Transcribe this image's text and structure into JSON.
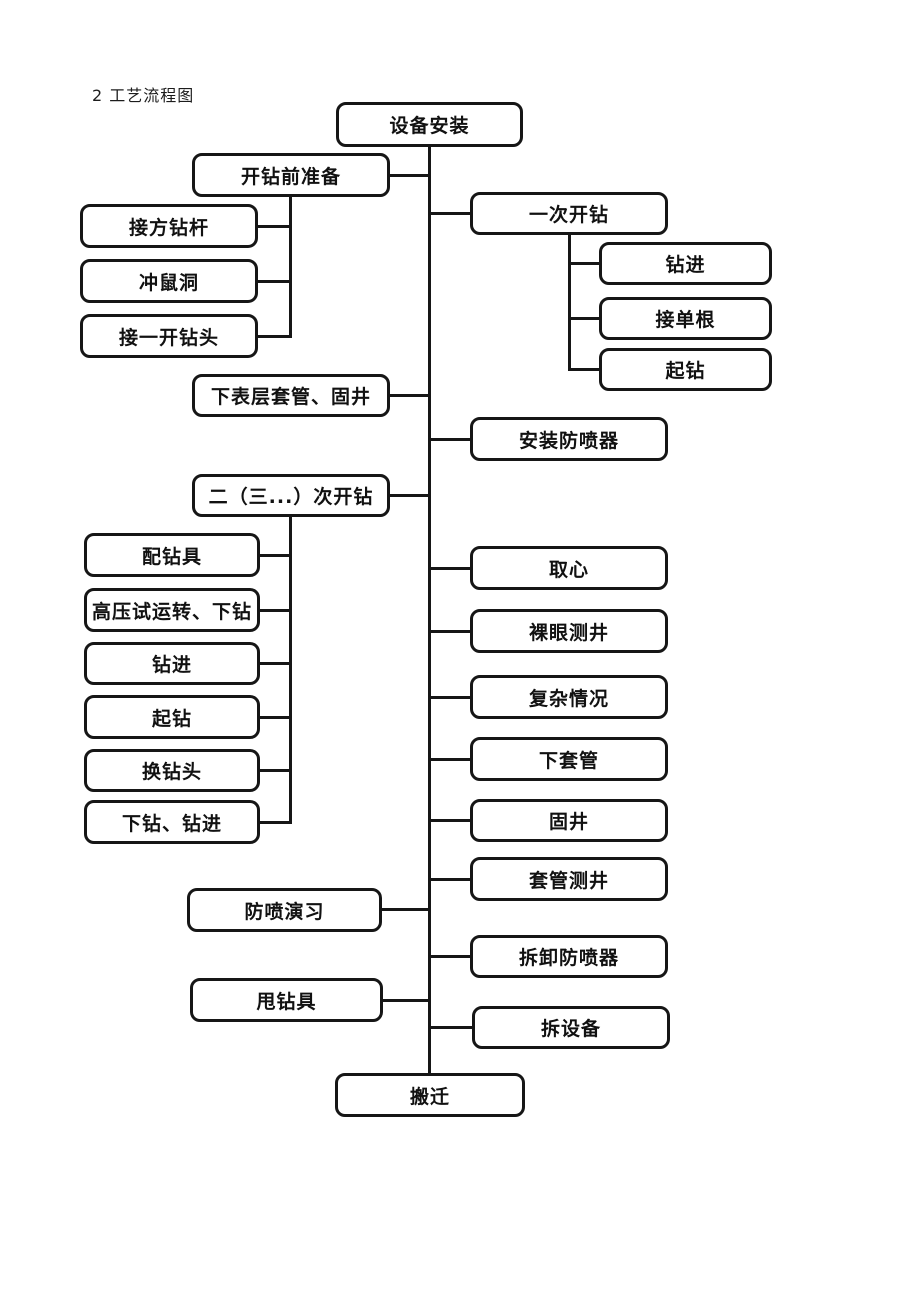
{
  "page": {
    "title": "2 工艺流程图",
    "background": "#ffffff"
  },
  "diagram": {
    "type": "flowchart",
    "line_color": "#161616",
    "box_border_color": "#161616",
    "box_fill": "#ffffff",
    "text_color": "#111111",
    "nodes": {
      "shebei_anzhuang": {
        "label": "设备安装"
      },
      "kaizuanqian_zhunbei": {
        "label": "开钻前准备"
      },
      "jie_fang_zuangan": {
        "label": "接方钻杆"
      },
      "chong_shudong": {
        "label": "冲鼠洞"
      },
      "jie_yikai_zuantou": {
        "label": "接一开钻头"
      },
      "yici_kaizuan": {
        "label": "一次开钻"
      },
      "zuanjin_1": {
        "label": "钻进"
      },
      "jie_dangen": {
        "label": "接单根"
      },
      "qizuan_1": {
        "label": "起钻"
      },
      "xia_biaoceng_taoguan_gujing": {
        "label": "下表层套管、固井"
      },
      "anzhuang_fangpenqi": {
        "label": "安装防喷器"
      },
      "er_san_ci_kaizuan": {
        "label": "二（三...）次开钻"
      },
      "pei_zuanju": {
        "label": "配钻具"
      },
      "gaoya_shiyunzhuan_xiazuan": {
        "label": "高压试运转、下钻"
      },
      "zuanjin_2": {
        "label": "钻进"
      },
      "qizuan_2": {
        "label": "起钻"
      },
      "huan_zuantou": {
        "label": "换钻头"
      },
      "xiazuan_zuanjin": {
        "label": "下钻、钻进"
      },
      "quxin": {
        "label": "取心"
      },
      "luoyan_cejing": {
        "label": "裸眼测井"
      },
      "fuza_qingkuang": {
        "label": "复杂情况"
      },
      "xia_taoguan": {
        "label": "下套管"
      },
      "gujing": {
        "label": "固井"
      },
      "taoguan_cejing": {
        "label": "套管测井"
      },
      "fangpen_yanxi": {
        "label": "防喷演习"
      },
      "chaixie_fangpenqi": {
        "label": "拆卸防喷器"
      },
      "shuai_zuanju": {
        "label": "甩钻具"
      },
      "chai_shebei": {
        "label": "拆设备"
      },
      "banqian": {
        "label": "搬迁"
      }
    },
    "structure": {
      "trunk_top": "shebei_anzhuang",
      "trunk_bottom": "banqian",
      "trunk_taps_left": [
        "kaizuanqian_zhunbei",
        "xia_biaoceng_taoguan_gujing",
        "er_san_ci_kaizuan",
        "fangpen_yanxi",
        "shuai_zuanju"
      ],
      "trunk_taps_right": [
        "yici_kaizuan",
        "anzhuang_fangpenqi",
        "quxin",
        "luoyan_cejing",
        "fuza_qingkuang",
        "xia_taoguan",
        "gujing",
        "taoguan_cejing",
        "chaixie_fangpenqi",
        "chai_shebei"
      ],
      "children": {
        "kaizuanqian_zhunbei": [
          "jie_fang_zuangan",
          "chong_shudong",
          "jie_yikai_zuantou"
        ],
        "yici_kaizuan": [
          "zuanjin_1",
          "jie_dangen",
          "qizuan_1"
        ],
        "er_san_ci_kaizuan": [
          "pei_zuanju",
          "gaoya_shiyunzhuan_xiazuan",
          "zuanjin_2",
          "qizuan_2",
          "huan_zuantou",
          "xiazuan_zuanjin"
        ]
      }
    }
  }
}
